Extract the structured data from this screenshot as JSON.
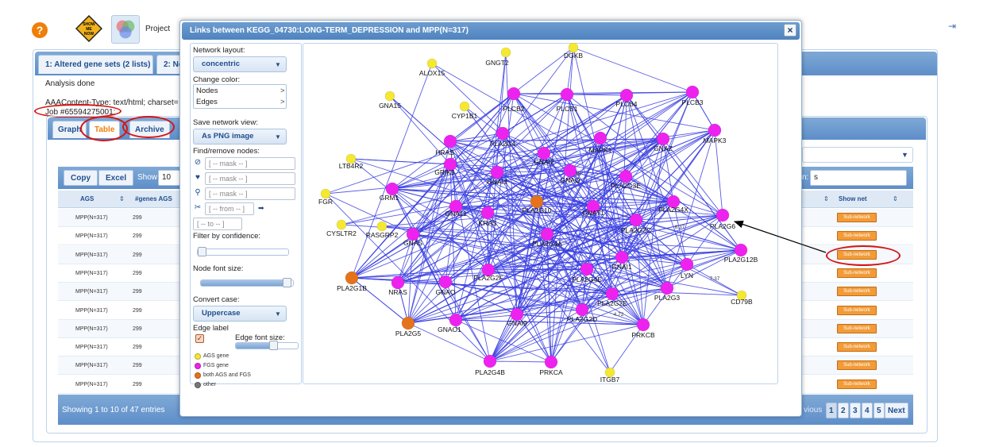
{
  "header": {
    "help_icon": "?",
    "logo_icon": "show-me-now-sign-icon",
    "logo_text_line1": "SHOW",
    "logo_text_line2": "ME",
    "logo_text_line3": "NOW",
    "venn_icon": "venn-diagram-icon",
    "project_label": "Project",
    "logout_icon": "sign-out-icon"
  },
  "outer_tabs": [
    {
      "label": "1: Altered gene sets (2 lists)"
    },
    {
      "label": "2: Ne"
    }
  ],
  "status": {
    "analysis": "Analysis done",
    "content_type": "AAAContent-Type: text/html; charset=IS",
    "job": "Job #65594275001;"
  },
  "inner_tabs": [
    {
      "label": "Graph"
    },
    {
      "label": "Table",
      "active": true
    },
    {
      "label": "Archive"
    }
  ],
  "table": {
    "copy_label": "Copy",
    "excel_label": "Excel",
    "show_label": "Show",
    "show_count": "10",
    "search_label": "n:",
    "search_value": "s",
    "columns": [
      "AGS",
      "#genes AGS",
      "Show net"
    ],
    "rows": [
      {
        "ags": "MPP(N=317)",
        "genes": "299",
        "action": "Sub-network"
      },
      {
        "ags": "MPP(N=317)",
        "genes": "299",
        "action": "Sub-network"
      },
      {
        "ags": "MPP(N=317)",
        "genes": "299",
        "action": "Sub-network"
      },
      {
        "ags": "MPP(N=317)",
        "genes": "299",
        "action": "Sub-network"
      },
      {
        "ags": "MPP(N=317)",
        "genes": "299",
        "action": "Sub-network"
      },
      {
        "ags": "MPP(N=317)",
        "genes": "299",
        "action": "Sub-network"
      },
      {
        "ags": "MPP(N=317)",
        "genes": "299",
        "action": "Sub-network"
      },
      {
        "ags": "MPP(N=317)",
        "genes": "299",
        "action": "Sub-network"
      },
      {
        "ags": "MPP(N=317)",
        "genes": "299",
        "action": "Sub-network"
      },
      {
        "ags": "MPP(N=317)",
        "genes": "299",
        "action": "Sub-network"
      }
    ],
    "footer": "Showing 1 to 10 of 47 entries",
    "pagination": {
      "previous": "vious",
      "pages": [
        "1",
        "2",
        "3",
        "4",
        "5"
      ],
      "next": "Next",
      "current": "1"
    }
  },
  "modal": {
    "title": "Links between KEGG_04730:LONG-TERM_DEPRESSION and MPP(N=317)",
    "close": "×",
    "controls": {
      "network_layout_label": "Network layout:",
      "network_layout_value": "concentric",
      "change_color_label": "Change color:",
      "nodes_label": "Nodes",
      "edges_label": "Edges",
      "submenu_arrow": ">",
      "save_label": "Save network view:",
      "save_value": "As PNG image",
      "find_label": "Find/remove nodes:",
      "mask_placeholder": "[ -- mask -- ]",
      "from_placeholder": "[ -- from -- ]",
      "to_placeholder": "[ -- to -- ]",
      "filter_label": "Filter by confidence:",
      "filter_level": 0.02,
      "node_font_label": "Node font size:",
      "node_font_level": 0.92,
      "convert_label": "Convert case:",
      "convert_value": "Uppercase",
      "edge_label_label": "Edge label",
      "edge_label_checked": true,
      "edge_font_label": "Edge font size:",
      "edge_font_level": 0.6
    },
    "legend": [
      {
        "label": "AGS gene",
        "color": "#f5e830"
      },
      {
        "label": "FGS gene",
        "color": "#ee22ee"
      },
      {
        "label": "both AGS and FGS",
        "color": "#e5731b"
      },
      {
        "label": "other",
        "color": "#777777"
      }
    ]
  },
  "network": {
    "edge_color": "#3b3fe0",
    "nodes": [
      {
        "id": "DGKB",
        "type": "ags"
      },
      {
        "id": "GNGT2",
        "type": "ags"
      },
      {
        "id": "ALOX15",
        "type": "ags"
      },
      {
        "id": "GNA15",
        "type": "ags"
      },
      {
        "id": "CYP1B1",
        "type": "ags"
      },
      {
        "id": "PLCB2",
        "type": "fgs"
      },
      {
        "id": "PLCB1",
        "type": "fgs"
      },
      {
        "id": "PLCB4",
        "type": "fgs"
      },
      {
        "id": "PLCB3",
        "type": "fgs"
      },
      {
        "id": "HRAS",
        "type": "fgs"
      },
      {
        "id": "PLA2G4",
        "type": "fgs"
      },
      {
        "id": "MAPK1",
        "type": "fgs"
      },
      {
        "id": "GNAZ",
        "type": "fgs"
      },
      {
        "id": "MAPK3",
        "type": "fgs"
      },
      {
        "id": "LTB4R2",
        "type": "ags"
      },
      {
        "id": "GRIK5",
        "type": "fgs"
      },
      {
        "id": "GNAI2",
        "type": "fgs"
      },
      {
        "id": "GNAI3",
        "type": "fgs"
      },
      {
        "id": "PLA2G3E",
        "type": "fgs"
      },
      {
        "id": "FGR",
        "type": "ags"
      },
      {
        "id": "GRM1",
        "type": "fgs"
      },
      {
        "id": "GNAQ",
        "type": "fgs"
      },
      {
        "id": "PLA2G10",
        "type": "both"
      },
      {
        "id": "GNA11",
        "type": "fgs"
      },
      {
        "id": "KRAS",
        "type": "fgs"
      },
      {
        "id": "GNAS",
        "type": "fgs"
      },
      {
        "id": "PLA2G4A",
        "type": "fgs"
      },
      {
        "id": "PLA2G6",
        "type": "fgs"
      },
      {
        "id": "CYSLTR2",
        "type": "ags"
      },
      {
        "id": "RASGRP2",
        "type": "ags"
      },
      {
        "id": "GNAT1",
        "type": "fgs"
      },
      {
        "id": "PLA2G2C",
        "type": "fgs"
      },
      {
        "id": "PLA2G12B",
        "type": "fgs"
      },
      {
        "id": "PLA2G1B",
        "type": "both"
      },
      {
        "id": "NRAS",
        "type": "fgs"
      },
      {
        "id": "GNAO",
        "type": "fgs"
      },
      {
        "id": "PLA2G2F",
        "type": "fgs"
      },
      {
        "id": "PLA2G4E",
        "type": "fgs"
      },
      {
        "id": "GNAI1",
        "type": "fgs"
      },
      {
        "id": "LYN",
        "type": "fgs"
      },
      {
        "id": "CD79B",
        "type": "ags"
      },
      {
        "id": "PLA2G3",
        "type": "fgs"
      },
      {
        "id": "PLA2G2E",
        "type": "fgs"
      },
      {
        "id": "PLA2G2D",
        "type": "fgs"
      },
      {
        "id": "PLA2G5",
        "type": "both"
      },
      {
        "id": "GNAO1",
        "type": "fgs"
      },
      {
        "id": "GNAI9",
        "type": "fgs"
      },
      {
        "id": "PRKCB",
        "type": "fgs"
      },
      {
        "id": "PLA2G4B",
        "type": "fgs"
      },
      {
        "id": "PRKCA",
        "type": "fgs"
      },
      {
        "id": "ITGB7",
        "type": "ags"
      },
      {
        "id": "PLA2G4X",
        "type": "fgs"
      }
    ],
    "edge_labels": [
      "5.98",
      "6.37",
      "7.37",
      "4.72"
    ]
  }
}
